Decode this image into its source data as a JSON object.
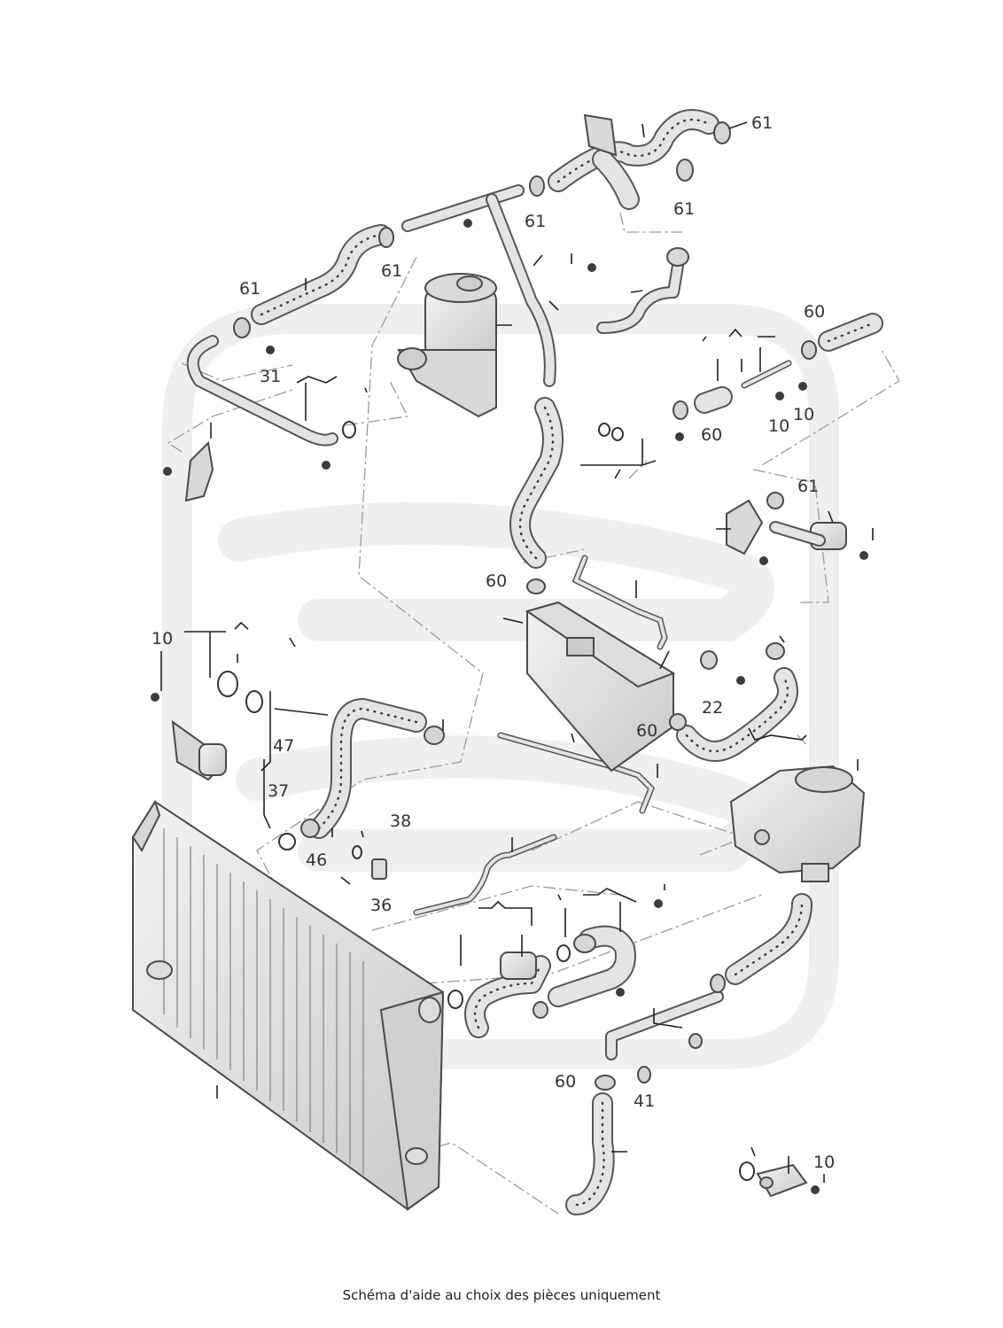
{
  "colors": {
    "part_fill": "#e6e6e6",
    "part_stroke": "#4a4a4a",
    "watermark": "#efefef",
    "label": "#333333",
    "dash_line": "#9a9a9a"
  },
  "caption": "Schéma d'aide au choix des pièces uniquement",
  "callouts": [
    {
      "id": "c1",
      "text": "61"
    },
    {
      "id": "c2",
      "text": "61"
    },
    {
      "id": "c3",
      "text": "61"
    },
    {
      "id": "c4",
      "text": "61"
    },
    {
      "id": "c5",
      "text": "61"
    },
    {
      "id": "c6",
      "text": "31"
    },
    {
      "id": "c7",
      "text": "60"
    },
    {
      "id": "c8",
      "text": "60"
    },
    {
      "id": "c9",
      "text": "10"
    },
    {
      "id": "c10",
      "text": "10"
    },
    {
      "id": "c11",
      "text": "61"
    },
    {
      "id": "c12",
      "text": "60"
    },
    {
      "id": "c13",
      "text": "10"
    },
    {
      "id": "c14",
      "text": "22"
    },
    {
      "id": "c15",
      "text": "60"
    },
    {
      "id": "c16",
      "text": "47"
    },
    {
      "id": "c17",
      "text": "37"
    },
    {
      "id": "c18",
      "text": "38"
    },
    {
      "id": "c19",
      "text": "46"
    },
    {
      "id": "c20",
      "text": "36"
    },
    {
      "id": "c21",
      "text": "60"
    },
    {
      "id": "c22",
      "text": "41"
    },
    {
      "id": "c23",
      "text": "10"
    }
  ]
}
